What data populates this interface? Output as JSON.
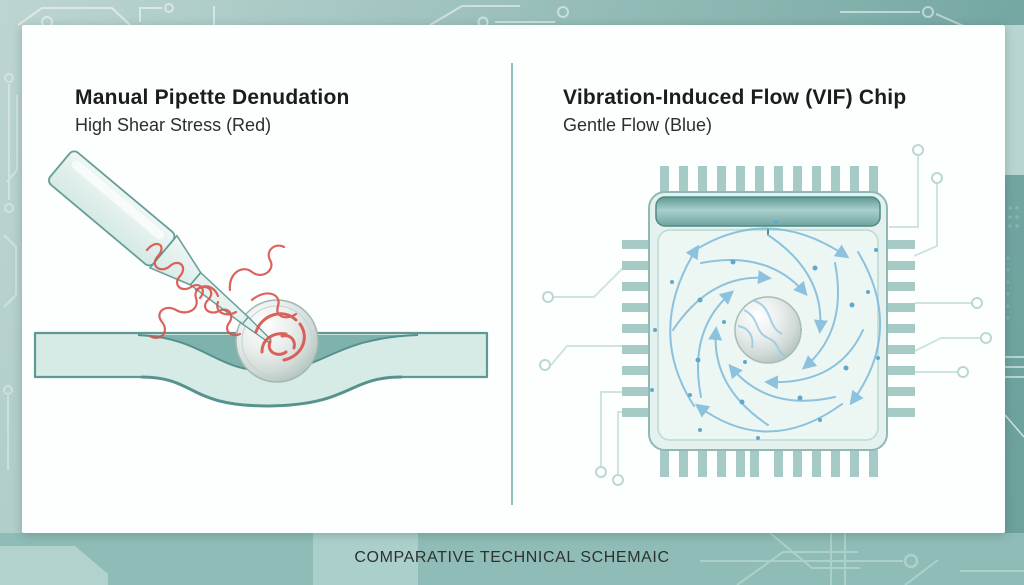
{
  "scene": {
    "type": "comparative technical schematic",
    "footer_caption": "COMPARATIVE TECHNICAL SCHEMAIC"
  },
  "left_panel": {
    "title": "Manual Pipette Denudation",
    "subtitle": "High Shear Stress (Red)",
    "stress_color": "#d9534b"
  },
  "right_panel": {
    "title": "Vibration-Induced Flow (VIF) Chip",
    "subtitle": "Gentle Flow (Blue)",
    "flow_color": "#7cb9da",
    "flow_dot_color": "#5fa8d0"
  },
  "palette": {
    "background_teal_light": "#bdd5d2",
    "background_teal_dark": "#6ba09b",
    "panel_white": "#fdfffe",
    "glass_fill": "#e4f1ee",
    "outline_teal": "#5f9995",
    "basin_teal": "#7fb2ad",
    "divider_teal": "#7fb2ad",
    "circuit_trace": "#cde4e0",
    "chip_pin": "#a6cbc6"
  }
}
